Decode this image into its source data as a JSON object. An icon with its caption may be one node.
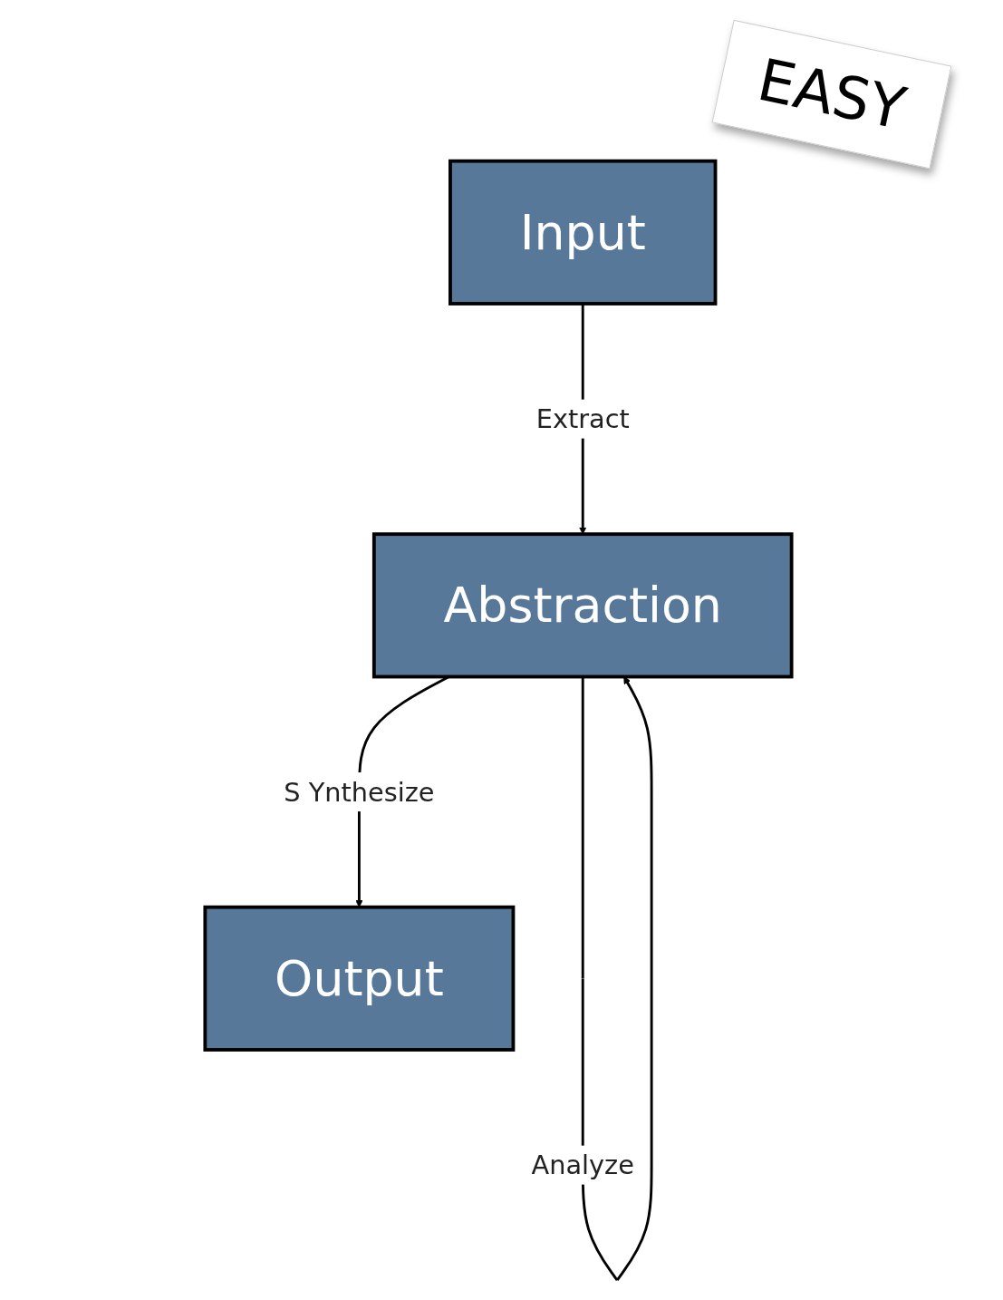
{
  "diagram": {
    "nodes": [
      {
        "text": [
          "Input"
        ]
      },
      {
        "text": [
          "Abstraction"
        ]
      },
      {
        "text": [
          "Output"
        ]
      }
    ],
    "edges": [
      {
        "from": 0,
        "to": 1,
        "arrow": "to",
        "label": "Extract"
      },
      {
        "from": 1,
        "to": 1,
        "arrow": "to",
        "label": "Analyze"
      },
      {
        "from": 1,
        "to": 2,
        "arrow": "to",
        "label": "S Ynthesize"
      }
    ],
    "labels": [
      "EASY"
    ]
  }
}
